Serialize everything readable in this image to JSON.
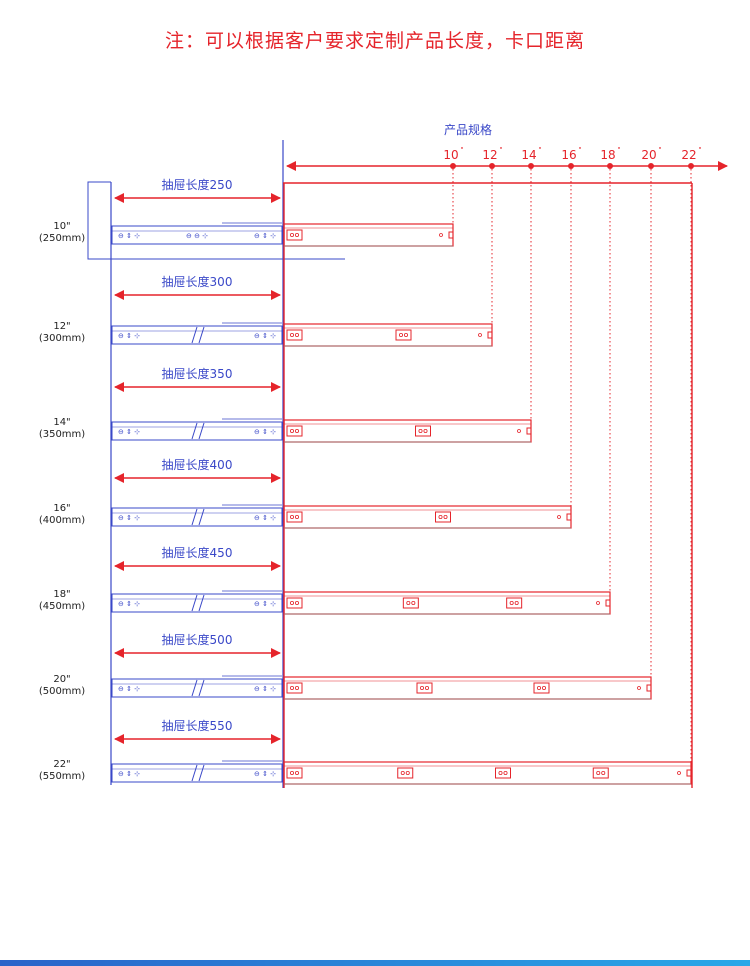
{
  "note": "注：可以根据客户要求定制产品长度，卡口距离",
  "spec_header": "产品规格",
  "spec_ticks": [
    "10",
    "12",
    "14",
    "16",
    "18",
    "20",
    "22"
  ],
  "inch_mark": "\"",
  "rows": [
    {
      "label": "抽屉长度250",
      "size": "10\"",
      "mm": "(250mm)"
    },
    {
      "label": "抽屉长度300",
      "size": "12\"",
      "mm": "(300mm)"
    },
    {
      "label": "抽屉长度350",
      "size": "14\"",
      "mm": "(350mm)"
    },
    {
      "label": "抽屉长度400",
      "size": "16\"",
      "mm": "(400mm)"
    },
    {
      "label": "抽屉长度450",
      "size": "18\"",
      "mm": "(450mm)"
    },
    {
      "label": "抽屉长度500",
      "size": "20\"",
      "mm": "(500mm)"
    },
    {
      "label": "抽屉长度550",
      "size": "22\"",
      "mm": "(550mm)"
    }
  ],
  "colors": {
    "red": "#e5242b",
    "blue": "#3a48c8",
    "dark": "#222222"
  }
}
